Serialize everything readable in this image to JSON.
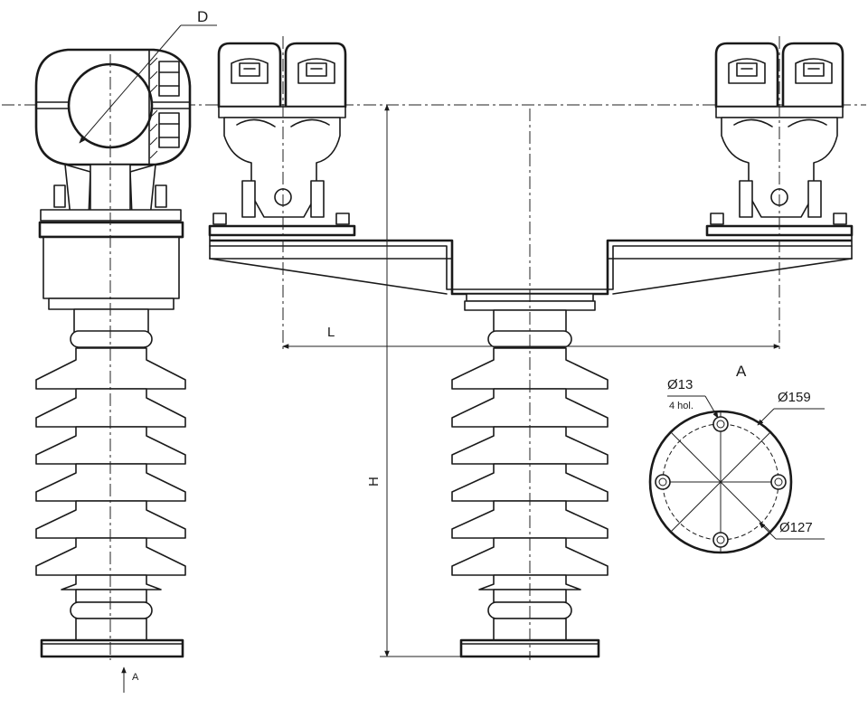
{
  "labels": {
    "diameter_d": "D",
    "length_l": "L",
    "height_h": "H",
    "view_a": "A",
    "view_arrow_a": "A",
    "hole_dia": "Ø13",
    "hole_count": "4 hol.",
    "flange_outer": "Ø159",
    "bolt_circle": "Ø127"
  }
}
